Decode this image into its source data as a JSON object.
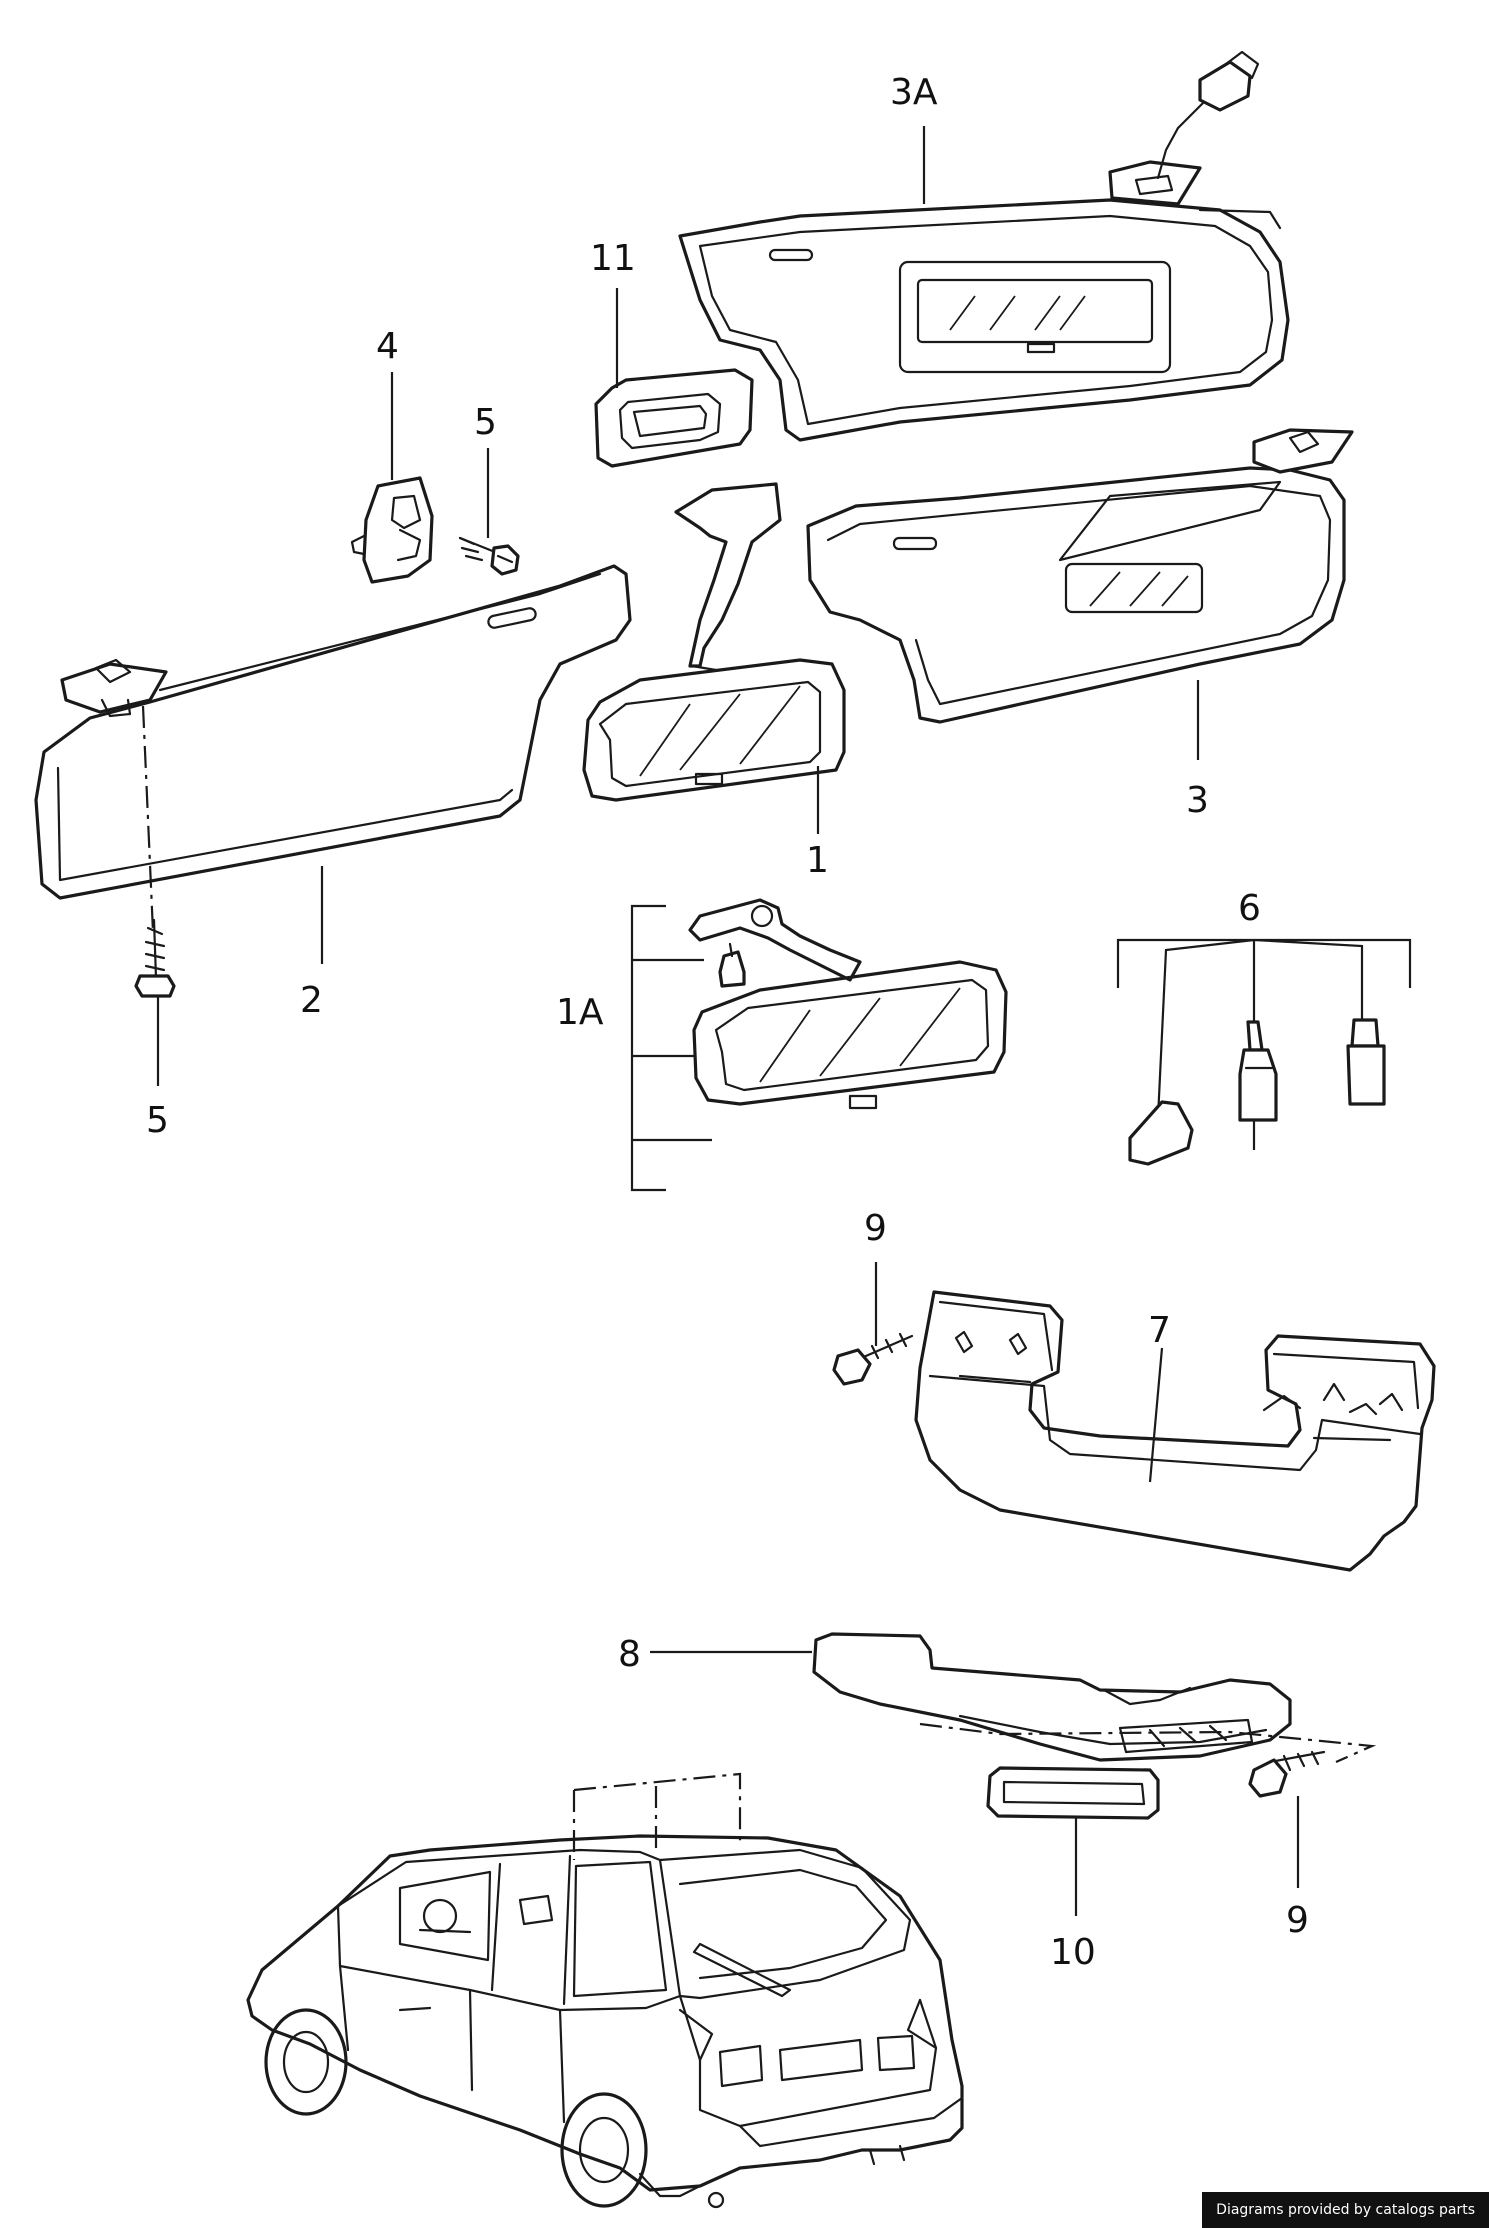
{
  "callouts": {
    "c1": "1",
    "c1a": "1A",
    "c2": "2",
    "c3": "3",
    "c3a": "3A",
    "c4": "4",
    "c5a": "5",
    "c5b": "5",
    "c6": "6",
    "c7": "7",
    "c8": "8",
    "c9a": "9",
    "c9b": "9",
    "c10": "10",
    "c11": "11"
  },
  "credit": "Diagrams provided by catalogs parts"
}
